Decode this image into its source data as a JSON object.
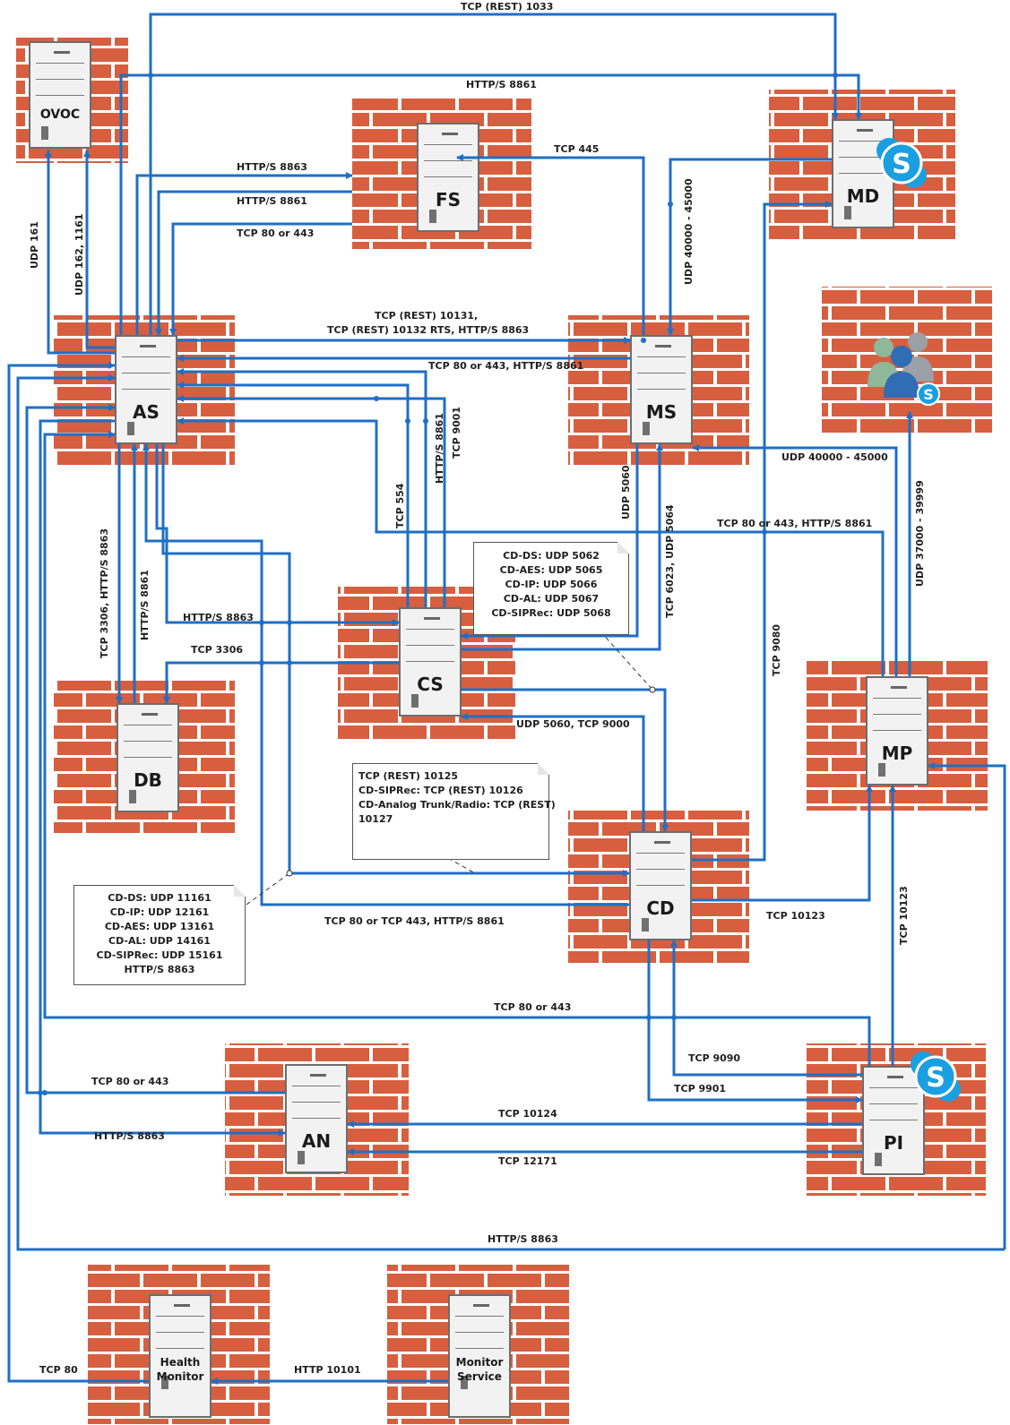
{
  "nodes": {
    "ovoc": "OVOC",
    "fs": "FS",
    "md": "MD",
    "as": "AS",
    "ms": "MS",
    "cs": "CS",
    "db": "DB",
    "mp": "MP",
    "cd": "CD",
    "an": "AN",
    "pi": "PI",
    "health_monitor": "Health Monitor",
    "monitor_service": "Monitor Service"
  },
  "connections": {
    "tcp_rest_1033": "TCP (REST) 1033",
    "https_8861_top": "HTTP/S 8861",
    "tcp_445": "TCP 445",
    "https_8863_fs": "HTTP/S 8863",
    "https_8861_fs": "HTTP/S 8861",
    "tcp_80_443_fs": "TCP 80 or 443",
    "udp_161": "UDP 161",
    "udp_162_1161": "UDP 162, 1161",
    "udp_40000_45000_md": "UDP 40000 - 45000",
    "tcp_rest_10131_l1": "TCP (REST) 10131,",
    "tcp_rest_10132_l2": "TCP (REST) 10132 RTS, HTTP/S 8863",
    "tcp_80_443_8861_ms": "TCP 80 or 443, HTTP/S 8861",
    "tcp_554": "TCP 554",
    "https_8861_cs": "HTTP/S 8861",
    "tcp_9001": "TCP 9001",
    "udp_5060": "UDP 5060",
    "tcp_6023_udp_5064": "TCP 6023, UDP 5064",
    "udp_40000_45000_mp": "UDP 40000 - 45000",
    "udp_37000_39999": "UDP 37000 - 39999",
    "tcp_80_443_8861_mp": "TCP 80 or 443, HTTP/S 8861",
    "tcp_3306_8863": "TCP 3306, HTTP/S 8863",
    "https_8861_db": "HTTP/S 8861",
    "https_8863_cs": "HTTP/S 8863",
    "tcp_3306": "TCP 3306",
    "udp_5060_tcp_9000": "UDP 5060, TCP 9000",
    "tcp_9080": "TCP 9080",
    "tcp_80_443_8861_cd": "TCP 80 or TCP 443, HTTP/S 8861",
    "tcp_10123_cd": "TCP 10123",
    "tcp_10123_pi": "TCP 10123",
    "tcp_80_443_long": "TCP 80 or 443",
    "tcp_9090": "TCP 9090",
    "tcp_9901": "TCP 9901",
    "tcp_80_443_an": "TCP 80 or 443",
    "tcp_10124": "TCP 10124",
    "https_8863_an": "HTTP/S 8863",
    "tcp_12171": "TCP 12171",
    "https_8863_bottom": "HTTP/S 8863",
    "tcp_80": "TCP 80",
    "http_10101": "HTTP 10101"
  },
  "notes": {
    "cs_ports": [
      "CD-DS: UDP 5062",
      "CD-AES: UDP 5065",
      "CD-IP: UDP 5066",
      "CD-AL: UDP 5067",
      "CD-SIPRec: UDP 5068"
    ],
    "cd_rest": [
      "TCP (REST) 10125",
      "CD-SIPRec: TCP (REST) 10126",
      "CD-Analog Trunk/Radio: TCP (REST)",
      "10127"
    ],
    "snmp_ports": [
      "CD-DS: UDP 11161",
      "CD-IP: UDP 12161",
      "CD-AES: UDP 13161",
      "CD-AL: UDP 14161",
      "CD-SIPRec: UDP 15161",
      "HTTP/S 8863"
    ]
  },
  "colors": {
    "arrow": "#1f6fc5",
    "brick": "#d75f3f",
    "mortar": "#ffffff",
    "server_fill": "#f2f2f2",
    "skype": "#1a9fe0"
  },
  "icons": [
    "skype-icon",
    "users-skype-icon"
  ]
}
